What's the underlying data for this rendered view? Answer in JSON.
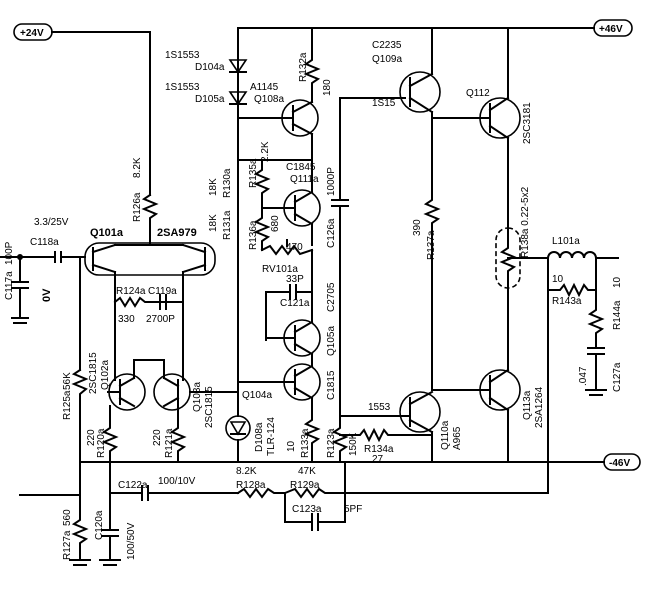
{
  "rails": {
    "pos24": "+24V",
    "pos46": "+46V",
    "neg46": "-46V",
    "zero": "0V"
  },
  "labels": {
    "c117": [
      "C117a",
      "100P"
    ],
    "c118": [
      "C118a",
      "3.3/25V"
    ],
    "q101": [
      "Q101a",
      "2SA979"
    ],
    "r126": [
      "R126a",
      "8.2K"
    ],
    "r124": [
      "R124a",
      "330"
    ],
    "c119": [
      "C119a",
      "2700P"
    ],
    "q102": [
      "Q102a",
      "2SC1815"
    ],
    "q103": [
      "Q103a",
      "2SC1815"
    ],
    "r125": [
      "R125a",
      "56K"
    ],
    "r120": [
      "R120a",
      "220"
    ],
    "r121": [
      "R121a",
      "220"
    ],
    "c122": [
      "C122a",
      "100/10V"
    ],
    "r127": [
      "R127a",
      "560"
    ],
    "c120": [
      "C120a",
      "100/50V"
    ],
    "d104": [
      "1S1553",
      "D104a"
    ],
    "d105": [
      "1S1553",
      "D105a"
    ],
    "q108": [
      "A1145",
      "Q108a"
    ],
    "r132": [
      "R132a",
      "180"
    ],
    "r130": [
      "R130a",
      "18K"
    ],
    "r131": [
      "R131a",
      "18K"
    ],
    "r135": [
      "R135a",
      "2.2K"
    ],
    "r136": [
      "R136a",
      "680"
    ],
    "q111": [
      "C1845",
      "Q111a"
    ],
    "c126": [
      "C126a",
      "1000P"
    ],
    "rv101": [
      "RV101a",
      "470"
    ],
    "c121": [
      "C121a",
      "33P"
    ],
    "q105": [
      "Q105a",
      "C2705"
    ],
    "q104": [
      "Q104a",
      "C1815"
    ],
    "d108": [
      "D108a",
      "TLR-124"
    ],
    "r133": [
      "R133a",
      "10"
    ],
    "r123": [
      "R123a",
      "150K"
    ],
    "r128": [
      "R128a",
      "8.2K"
    ],
    "r129": [
      "R129a",
      "47K"
    ],
    "c123": [
      "C123a",
      "5PF"
    ],
    "q109": [
      "C2235",
      "Q109a"
    ],
    "q109b": "1S15",
    "q112": [
      "Q112",
      "2SC3181"
    ],
    "r137": [
      "R137a",
      "390"
    ],
    "r138": "R138a 0.22-5x2",
    "l101": "L101a",
    "r143": [
      "R143a",
      "10"
    ],
    "r144": [
      "R144a",
      "10"
    ],
    "c127": [
      "C127a",
      ".047"
    ],
    "q110": [
      "1553",
      "Q110a",
      "A965"
    ],
    "r134": [
      "R134a",
      "27"
    ],
    "q113": [
      "Q113a",
      "2SA1264"
    ]
  }
}
